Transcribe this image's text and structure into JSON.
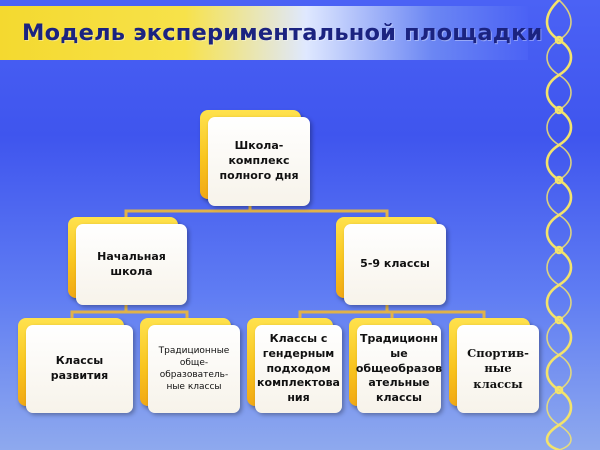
{
  "slide": {
    "title": "Модель экспериментальной площадки",
    "colors": {
      "background": "#4b62f5",
      "banner": "#f4d92f",
      "box_back": "#f9c51f",
      "box_front": "#ffffff",
      "connector": "#e0b24a",
      "ornament": "#f3e36b"
    }
  },
  "diagram": {
    "root": "Школа-комплекс\nполного дня",
    "level2": {
      "primary": "Начальная школа",
      "middle": "5-9 классы"
    },
    "primary_children": {
      "development": "Классы развития",
      "traditional": "Традиционные\nобще-\nобразователь-\nные классы"
    },
    "middle_children": {
      "gender": "Классы с\nгендерным\nподходом\nкомплектова\nния",
      "traditional": "Традиционн\nые\nобщеобразов\nательные\nклассы",
      "sport": "Спортив-\nные классы"
    }
  }
}
